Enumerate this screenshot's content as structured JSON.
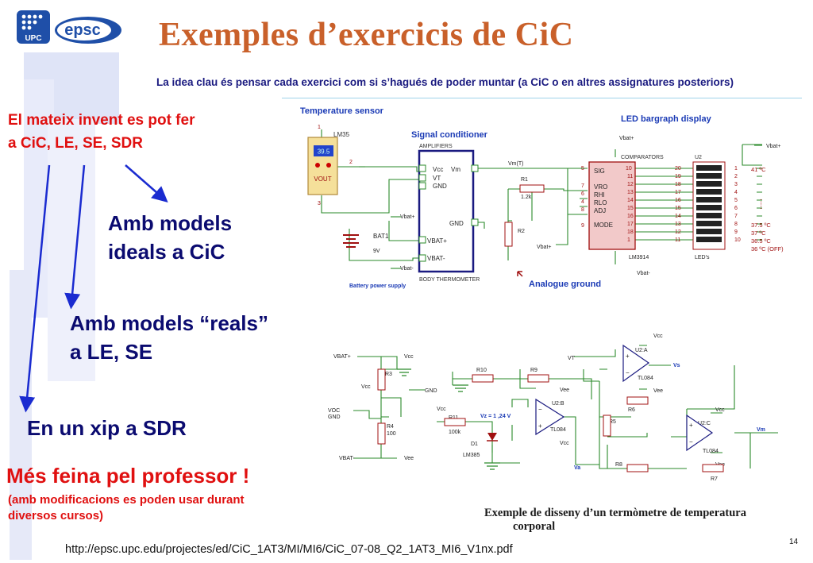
{
  "logos": {
    "upc": "UPC",
    "epsc": "epsc"
  },
  "title": "Exemples d’exercicis de CiC",
  "subtitle": "La idea clau és pensar cada exercici com si s’hagués de poder muntar (a CiC o en altres assignatures posteriors)",
  "left": {
    "same_invent_line1": "El mateix invent es pot fer",
    "same_invent_line2": "a CiC, LE, SE, SDR",
    "ideal_line1": "Amb models",
    "ideal_line2": "ideals a CiC",
    "real_line1": "Amb models “reals”",
    "real_line2": "a LE, SE",
    "chip": "En un xip a SDR",
    "more_work": "Més feina pel professor !",
    "modif_line1": "(amb modificacions es poden usar durant",
    "modif_line2": "diversos cursos)"
  },
  "schematic_top": {
    "temperature_sensor": "Temperature sensor",
    "lm35": "LM35",
    "display_value": "39.5",
    "vout": "VOUT",
    "signal_conditioner": "Signal conditioner",
    "amplifiers": "AMPLIFIERS",
    "vcc": "Vcc",
    "vt": "VT",
    "gnd": "GND",
    "vm": "Vm",
    "vbat_plus_pin": "VBAT+",
    "vbat_minus_pin": "VBAT-",
    "body_thermometer": "BODY THERMOMETER",
    "bat1": "BAT1",
    "nine_v": "9V",
    "vbat_plus": "Vbat+",
    "vbat_minus": "Vbat-",
    "battery_supply": "Battery power supply",
    "vm_t": "Vm(T)",
    "r1": "R1",
    "r1_val": "1.2k",
    "r2": "R2",
    "analogue_ground": "Analogue ground",
    "led_bargraph": "LED bargraph display",
    "comparators": "COMPARATORS",
    "u2": "U2",
    "lm3914": "LM3914",
    "leds": "LED's",
    "pins_left": [
      "SIG",
      "VRO",
      "RHI",
      "RLO",
      "ADJ",
      "MODE"
    ],
    "pin_nums_in": [
      "5",
      "7",
      "6",
      "4",
      "8",
      "9"
    ],
    "pin_nums_out": [
      "10",
      "11",
      "12",
      "13",
      "14",
      "15",
      "16",
      "17",
      "18",
      "1"
    ],
    "led_nums_left": [
      "20",
      "19",
      "18",
      "17",
      "16",
      "15",
      "14",
      "13",
      "12",
      "11"
    ],
    "led_nums_right": [
      "1",
      "2",
      "3",
      "4",
      "5",
      "6",
      "7",
      "8",
      "9",
      "10"
    ],
    "temps": [
      "41 ºC",
      "37.5 ºC",
      "37 ºC",
      "36.5 ºC",
      "36 ºC (OFF)"
    ]
  },
  "schematic_bottom": {
    "vbat_plus": "VBAT+",
    "vbat_minus": "VBAT-",
    "vcc": "Vcc",
    "vee": "Vee",
    "gnd": "GND",
    "voc": "VOC",
    "gnd2": "GND",
    "r3": "R3",
    "r4": "R4",
    "r4_val": "100",
    "r5": "R5",
    "r6": "R6",
    "r7": "R7",
    "r8": "R8",
    "r9": "R9",
    "r10": "R10",
    "r11": "R11",
    "r11_val": "100k",
    "d1": "D1",
    "lm385": "LM385",
    "vz": "Vz = 1 ,24 V",
    "u2a": "U2:A",
    "u2b": "U2:B",
    "u2c": "U2:C",
    "tl084": "TL084",
    "vt": "VT",
    "vs": "Vs",
    "va": "Va",
    "vm": "Vm"
  },
  "caption_line1": "Exemple de disseny d’un termòmetre de temperatura",
  "caption_line2": "corporal",
  "url": "http://epsc.upc.edu/projectes/ed/CiC_1AT3/MI/MI6/CiC_07-08_Q2_1AT3_MI6_V1nx.pdf",
  "page_number": "14",
  "colors": {
    "title": "#c9602a",
    "red": "#e01010",
    "navy": "#0b0b70",
    "wire": "#2a8a2a",
    "component": "#a01010",
    "schematic_blue": "#1a3ab5"
  }
}
